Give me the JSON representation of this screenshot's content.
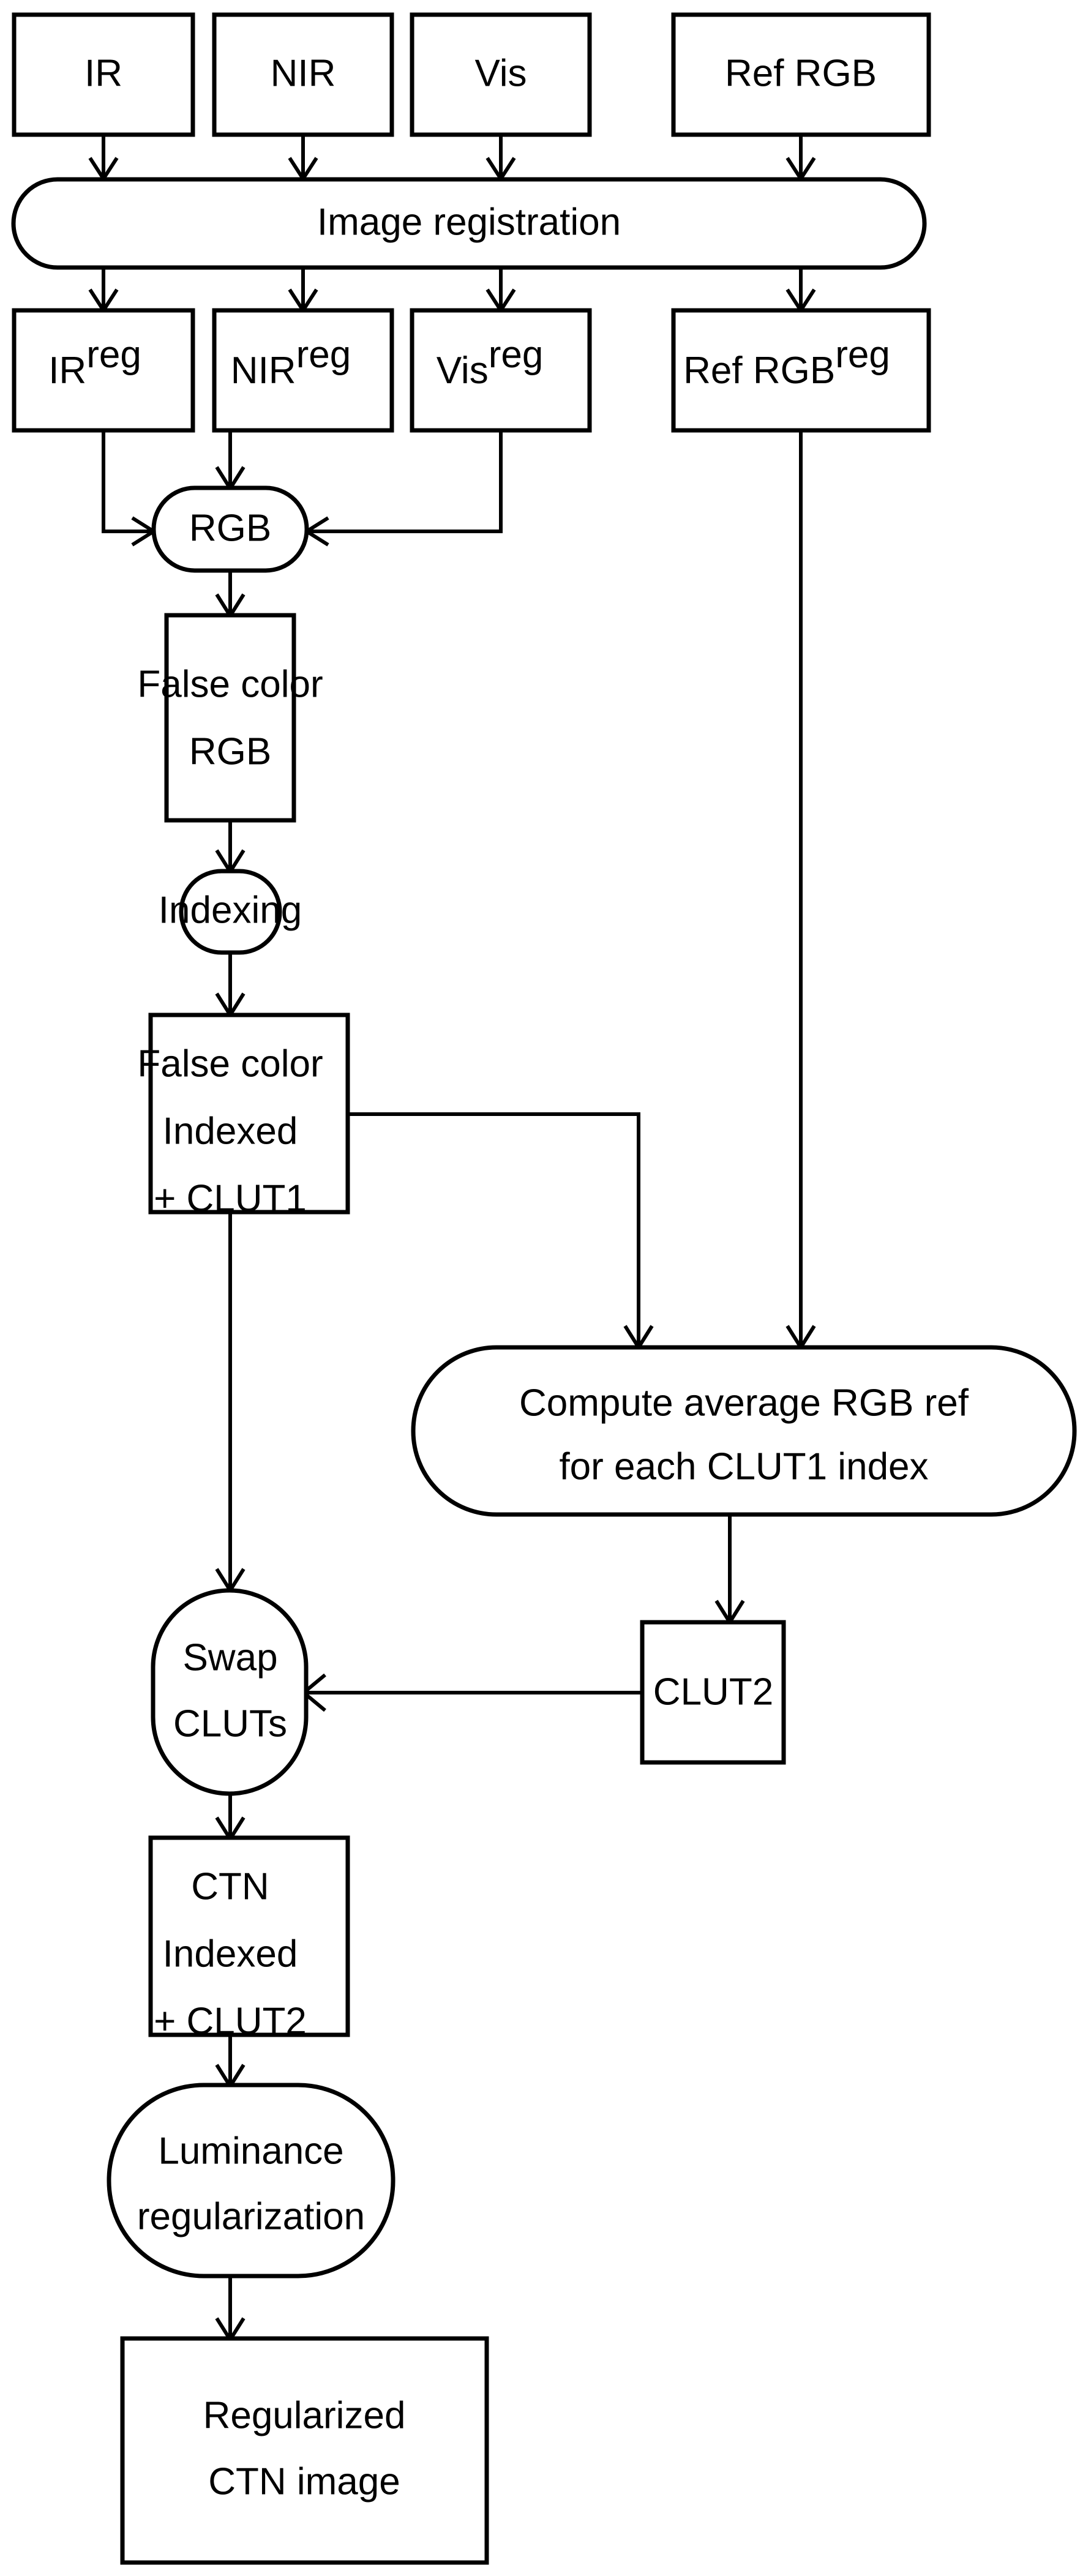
{
  "diagram": {
    "title": "False color to CTN image processing pipeline",
    "background_color": "#ffffff",
    "line_color": "#000000",
    "nodes": {
      "ir": {
        "label": "IR",
        "shape": "rect"
      },
      "nir": {
        "label": "NIR",
        "shape": "rect"
      },
      "vis": {
        "label": "Vis",
        "shape": "rect"
      },
      "ref_rgb": {
        "label": "Ref RGB",
        "shape": "rect"
      },
      "image_registration": {
        "label": "Image registration",
        "shape": "stadium"
      },
      "ir_reg": {
        "label": "IR",
        "sup": "reg",
        "shape": "rect"
      },
      "nir_reg": {
        "label": "NIR",
        "sup": "reg",
        "shape": "rect"
      },
      "vis_reg": {
        "label": "Vis",
        "sup": "reg",
        "shape": "rect"
      },
      "ref_rgb_reg": {
        "label": "Ref RGB",
        "sup": "reg",
        "shape": "rect"
      },
      "rgb": {
        "label": "RGB",
        "shape": "stadium"
      },
      "false_color_rgb": {
        "line1": "False color",
        "line2": "RGB",
        "shape": "rect"
      },
      "indexing": {
        "label": "Indexing",
        "shape": "stadium"
      },
      "false_color_indexed": {
        "line1": "False color",
        "line2": "Indexed",
        "line3": "+ CLUT1",
        "shape": "rect"
      },
      "compute_avg": {
        "line1": "Compute average RGB ref",
        "line2": "for each CLUT1 index",
        "shape": "stadium"
      },
      "swap_cluts": {
        "line1": "Swap",
        "line2": "CLUTs",
        "shape": "stadium"
      },
      "clut2": {
        "label": "CLUT2",
        "shape": "rect"
      },
      "ctn_indexed": {
        "line1": "CTN",
        "line2": "Indexed",
        "line3": "+ CLUT2",
        "shape": "rect"
      },
      "luminance_reg": {
        "line1": "Luminance",
        "line2": "regularization",
        "shape": "stadium"
      },
      "regularized_ctn": {
        "line1": "Regularized",
        "line2": "CTN image",
        "shape": "rect"
      }
    },
    "edges": [
      {
        "from": "ir",
        "to": "image_registration"
      },
      {
        "from": "nir",
        "to": "image_registration"
      },
      {
        "from": "vis",
        "to": "image_registration"
      },
      {
        "from": "ref_rgb",
        "to": "image_registration"
      },
      {
        "from": "image_registration",
        "to": "ir_reg"
      },
      {
        "from": "image_registration",
        "to": "nir_reg"
      },
      {
        "from": "image_registration",
        "to": "vis_reg"
      },
      {
        "from": "image_registration",
        "to": "ref_rgb_reg"
      },
      {
        "from": "ir_reg",
        "to": "rgb"
      },
      {
        "from": "nir_reg",
        "to": "rgb"
      },
      {
        "from": "vis_reg",
        "to": "rgb"
      },
      {
        "from": "rgb",
        "to": "false_color_rgb"
      },
      {
        "from": "false_color_rgb",
        "to": "indexing"
      },
      {
        "from": "indexing",
        "to": "false_color_indexed"
      },
      {
        "from": "false_color_indexed",
        "to": "compute_avg"
      },
      {
        "from": "ref_rgb_reg",
        "to": "compute_avg"
      },
      {
        "from": "false_color_indexed",
        "to": "swap_cluts"
      },
      {
        "from": "compute_avg",
        "to": "clut2"
      },
      {
        "from": "clut2",
        "to": "swap_cluts"
      },
      {
        "from": "swap_cluts",
        "to": "ctn_indexed"
      },
      {
        "from": "ctn_indexed",
        "to": "luminance_reg"
      },
      {
        "from": "luminance_reg",
        "to": "regularized_ctn"
      }
    ]
  }
}
